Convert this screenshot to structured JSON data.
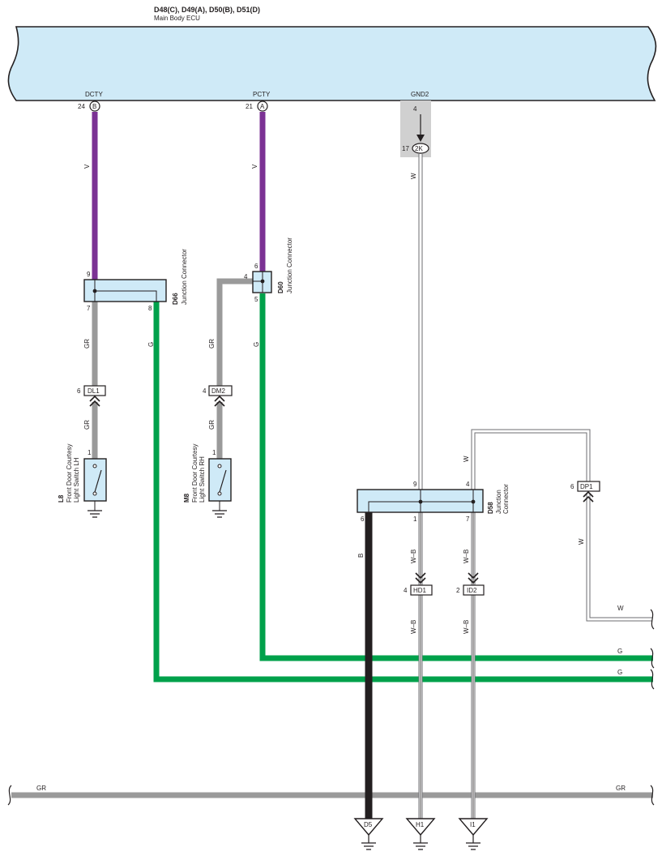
{
  "ecu": {
    "codes": "D48(C), D49(A), D50(B), D51(D)",
    "name": "Main Body ECU",
    "term_dcty": "DCTY",
    "term_pcty": "PCTY",
    "term_gnd2": "GND2",
    "pin_dcty": "24",
    "conn_dcty": "B",
    "pin_pcty": "21",
    "conn_pcty": "A",
    "pin_gnd2": "4",
    "pin_2k": "17",
    "conn_2k": "2K"
  },
  "wires": {
    "v1": "V",
    "v2": "V",
    "w_gnd": "W",
    "gr_a": "GR",
    "gr_b": "GR",
    "gr_c": "GR",
    "gr_d": "GR",
    "g_a": "G",
    "g_b": "G",
    "w_d58a": "W",
    "w_dp1": "W",
    "b": "B",
    "wb1": "W–B",
    "wb2": "W–B",
    "wb3": "W–B",
    "wb4": "W–B",
    "w_right": "W",
    "g_right1": "G",
    "g_right2": "G",
    "gr_bottom_left": "GR",
    "gr_bottom_right": "GR"
  },
  "d66": {
    "code": "D66",
    "name": "Junction Connector",
    "pin_top": "9",
    "pin_bl": "7",
    "pin_br": "8"
  },
  "d60": {
    "code": "D60",
    "name": "Junction Connector",
    "pin_top": "6",
    "pin_left": "4",
    "pin_bottom": "5"
  },
  "d58": {
    "code": "D58",
    "name_line1": "Junction",
    "name_line2": "Connector",
    "pin_9": "9",
    "pin_4": "4",
    "pin_6": "6",
    "pin_1": "1",
    "pin_7": "7"
  },
  "connectors": {
    "dl1": "DL1",
    "dl1_pin": "6",
    "dm2": "DM2",
    "dm2_pin": "4",
    "dp1": "DP1",
    "dp1_pin": "6",
    "hd1": "HD1",
    "hd1_pin": "4",
    "id2": "ID2",
    "id2_pin": "2"
  },
  "l8": {
    "code": "L8",
    "line1": "Front Door Courtesy",
    "line2": "Light Switch LH",
    "pin": "1"
  },
  "m8": {
    "code": "M8",
    "line1": "Front Door Courtesy",
    "line2": "Light Switch RH",
    "pin": "1"
  },
  "grounds": {
    "d5": "D5",
    "h1": "H1",
    "i1": "I1"
  },
  "colors": {
    "ecu_fill": "#cfeaf7",
    "violet": "#7b3294",
    "gray": "#9a9a9a",
    "green": "#00a14b",
    "black": "#231f20",
    "shade": "#d0d0d0"
  }
}
